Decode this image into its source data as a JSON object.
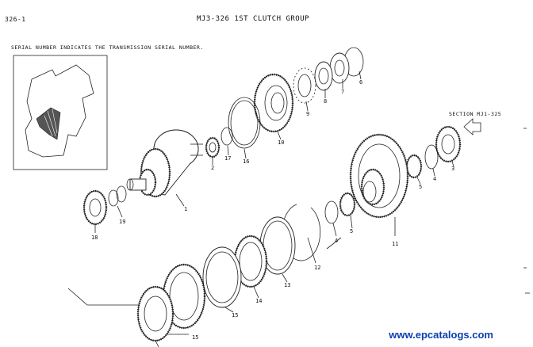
{
  "header": {
    "page_number": "326-1",
    "title": "MJ3-326    1ST CLUTCH GROUP"
  },
  "notes": {
    "serial_note": "SERIAL NUMBER INDICATES THE TRANSMISSION SERIAL NUMBER.",
    "section_ref": "SECTION MJ1-325"
  },
  "watermark": "www.epcatalogs.com",
  "part_labels": [
    "1",
    "2",
    "3",
    "4",
    "5",
    "6",
    "7",
    "8",
    "9",
    "10",
    "11",
    "12",
    "13",
    "14",
    "15",
    "16",
    "17",
    "18",
    "19",
    "4",
    "5",
    "15"
  ]
}
